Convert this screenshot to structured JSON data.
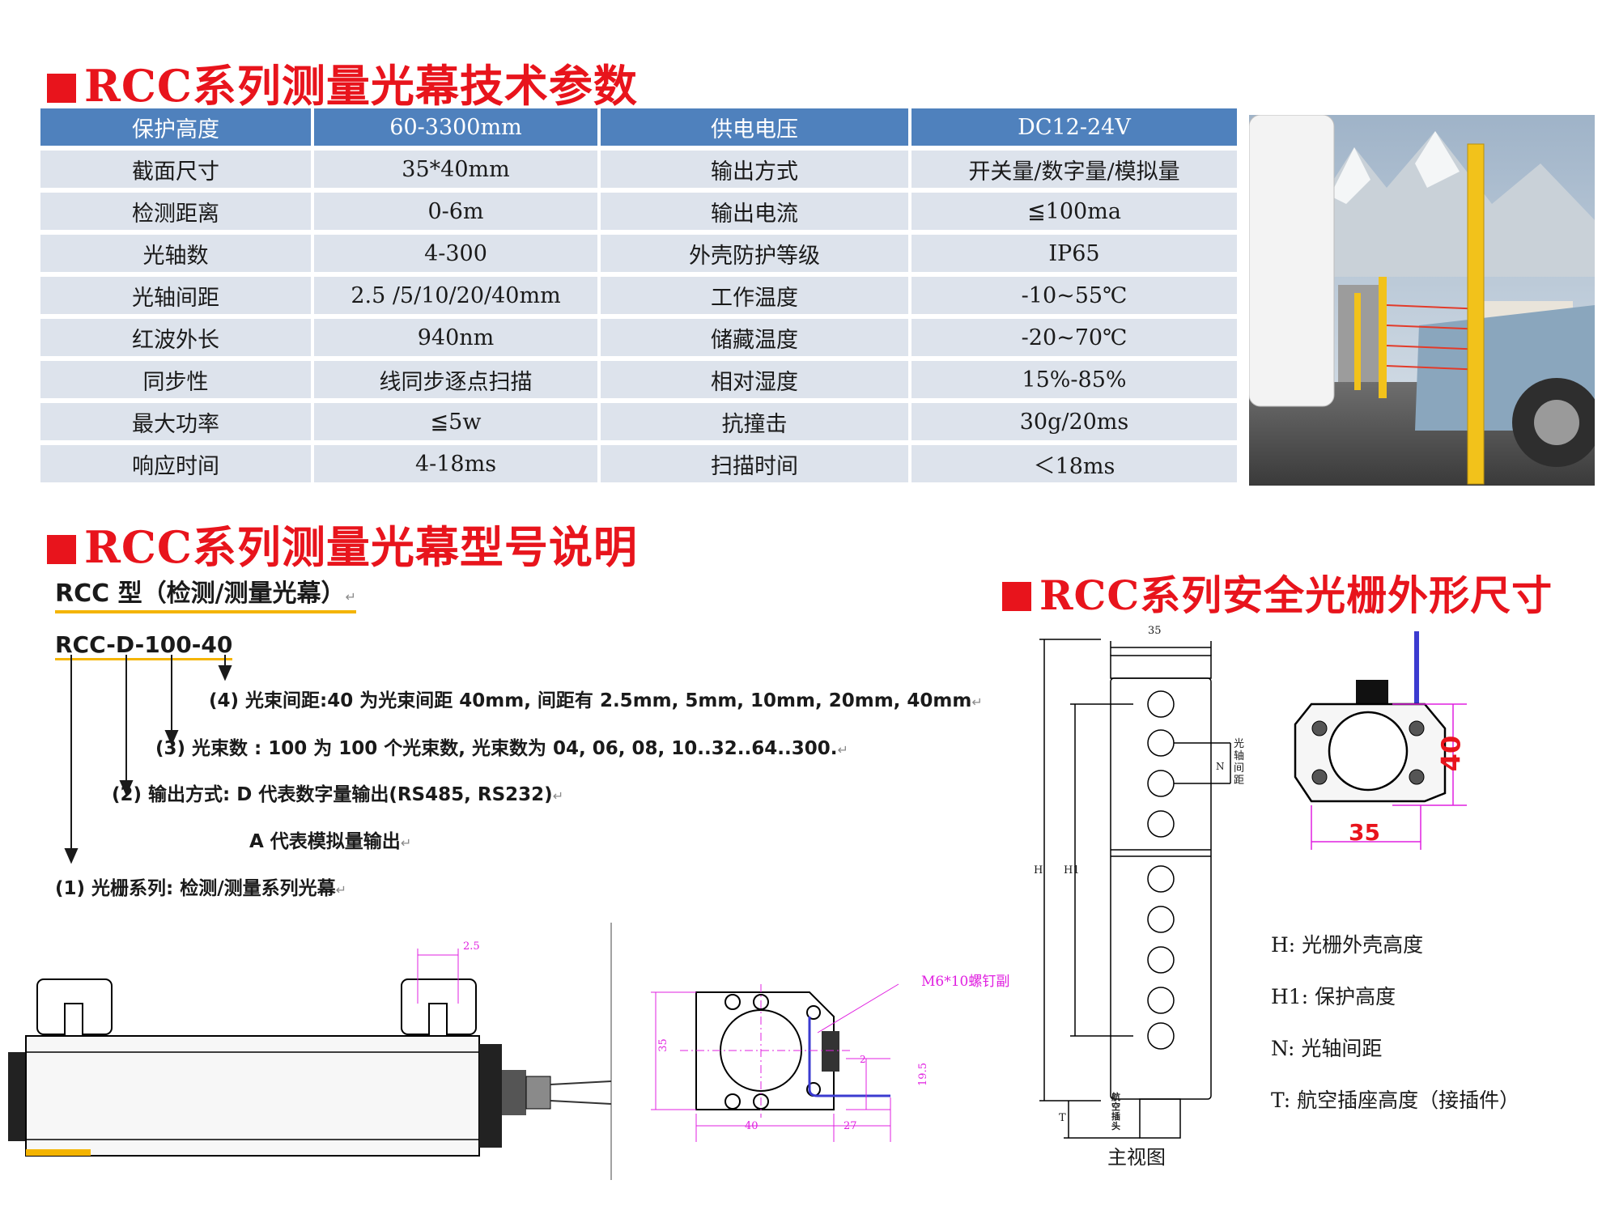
{
  "titles": {
    "specs": "RCC系列测量光幕技术参数",
    "model": "RCC系列测量光幕型号说明",
    "dimensions": "RCC系列安全光栅外形尺寸"
  },
  "spec_table": {
    "header": [
      "保护高度",
      "60-3300mm",
      "供电电压",
      "DC12-24V"
    ],
    "rows": [
      [
        "截面尺寸",
        "35*40mm",
        "输出方式",
        "开关量/数字量/模拟量"
      ],
      [
        "检测距离",
        "0-6m",
        "输出电流",
        "≦100ma"
      ],
      [
        "光轴数",
        "4-300",
        "外壳防护等级",
        "IP65"
      ],
      [
        "光轴间距",
        "2.5 /5/10/20/40mm",
        "工作温度",
        "-10~55℃"
      ],
      [
        "红波外长",
        "940nm",
        "储藏温度",
        "-20~70℃"
      ],
      [
        "同步性",
        "线同步逐点扫描",
        "相对湿度",
        "15%-85%"
      ],
      [
        "最大功率",
        "≦5w",
        "抗撞击",
        "30g/20ms"
      ],
      [
        "响应时间",
        "4-18ms",
        "扫描时间",
        "＜18ms"
      ]
    ]
  },
  "model": {
    "heading": "RCC 型（检测/测量光幕）",
    "code": "RCC-D-100-40",
    "desc4": "(4) 光束间距:40 为光束间距 40mm, 间距有 2.5mm, 5mm, 10mm, 20mm, 40mm",
    "desc3": "(3) 光束数 : 100 为 100 个光束数, 光束数为 04, 06, 08, 10..32..64..300.",
    "desc2a": "(2) 输出方式: D 代表数字量输出(RS485, RS232)",
    "desc2b": "A 代表模拟量输出",
    "desc1": "(1) 光栅系列: 检测/测量系列光幕",
    "mark": "↵"
  },
  "drawing_labels": {
    "screw": "M6*10螺钉副",
    "dim_40": "40",
    "dim_27": "27",
    "dim_35": "35",
    "dim_195": "19.5",
    "dim_2": "2",
    "dim_25": "2.5",
    "front_35": "35",
    "front_H": "H",
    "front_H1": "H1",
    "front_N": "N",
    "front_T": "T",
    "axis_spacing": "光轴间距",
    "connector": "航空插头",
    "bracket_40": "40",
    "bracket_35": "35"
  },
  "legend": {
    "H": "H:  光栅外壳高度",
    "H1": "H1:  保护高度",
    "N": "N:  光轴间距",
    "T": "T:  航空插座高度（接插件）",
    "view": "主视图"
  },
  "colors": {
    "title_red": "#e8141c",
    "table_header": "#4f81bd",
    "table_row": "#dde3ec",
    "dimension_magenta": "#e020e0",
    "underline_gold": "#f4b400"
  }
}
